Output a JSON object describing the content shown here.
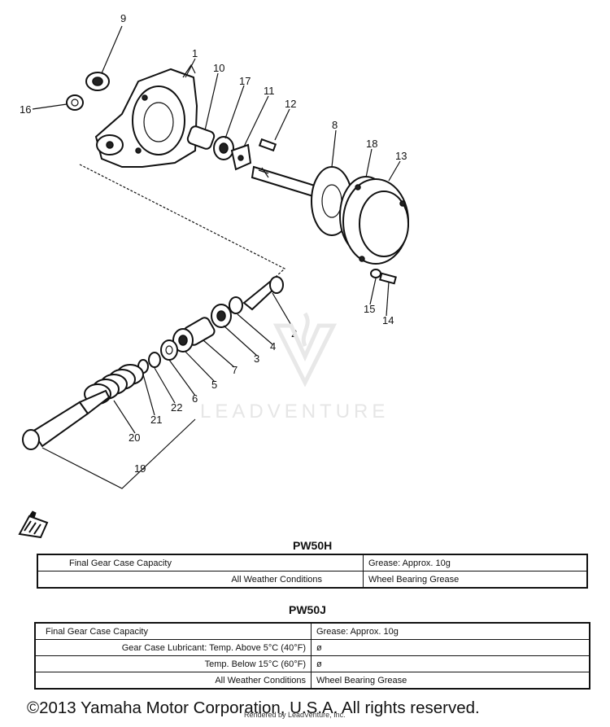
{
  "callouts": [
    "1",
    "2",
    "3",
    "4",
    "5",
    "6",
    "7",
    "8",
    "9",
    "10",
    "11",
    "12",
    "13",
    "14",
    "15",
    "16",
    "17",
    "18",
    "19",
    "20",
    "21",
    "22"
  ],
  "watermark": {
    "text": "LEADVENTURE"
  },
  "tables": [
    {
      "title": "PW50H",
      "rows": [
        [
          "Final Gear Case Capacity",
          "Grease: Approx. 10g"
        ],
        [
          "All Weather Conditions",
          "Wheel Bearing Grease"
        ]
      ]
    },
    {
      "title": "PW50J",
      "rows": [
        [
          "Final Gear Case Capacity",
          "Grease: Approx. 10g"
        ],
        [
          "Gear Case Lubricant: Temp. Above 5°C (40°F)",
          "ø"
        ],
        [
          "Temp. Below 15°C (60°F)",
          "ø"
        ],
        [
          "All Weather Conditions",
          "Wheel Bearing Grease"
        ]
      ]
    }
  ],
  "footer": {
    "copyright": "©2013 Yamaha Motor Corporation, U.S.A. All rights reserved.",
    "rendered_by": "Rendered by LeadVenture, Inc."
  }
}
